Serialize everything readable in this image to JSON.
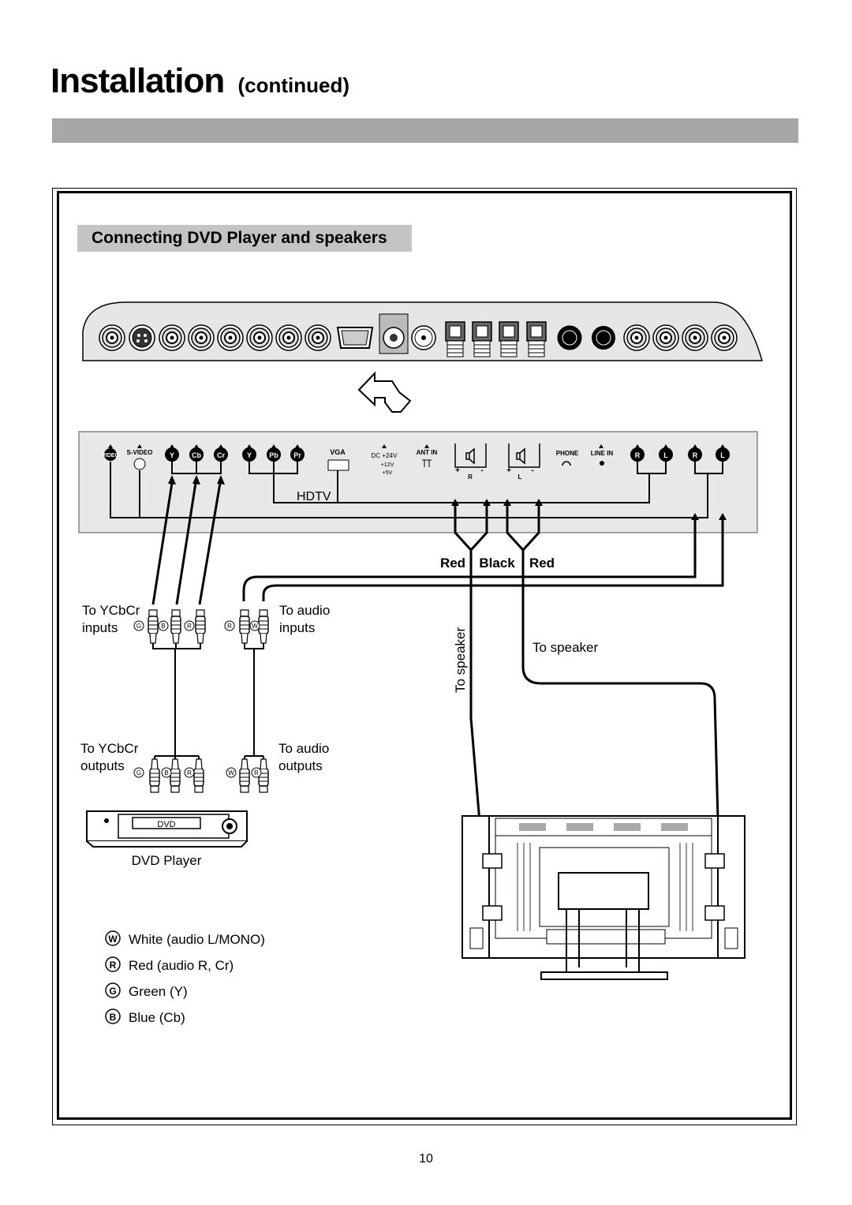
{
  "page": {
    "title": "Installation",
    "title_suffix": "(continued)",
    "page_number": "10"
  },
  "section_heading": "Connecting DVD Player and speakers",
  "panel_labels": {
    "video": "VIDEO",
    "svideo": "S-VIDEO",
    "y1": "Y",
    "cb": "Cb",
    "cr": "Cr",
    "y2": "Y",
    "pb": "Pb",
    "pr": "Pr",
    "vga": "VGA",
    "dc": "DC +24V",
    "v12": "+12V",
    "v5": "+5V",
    "ant": "ANT IN",
    "plus_r": "+",
    "minus_r": "-",
    "r": "R",
    "plus_l": "+",
    "minus_l": "-",
    "l": "L",
    "phone": "PHONE",
    "linein": "LINE IN",
    "audio_r1": "R",
    "audio_l1": "L",
    "audio_r2": "R",
    "audio_l2": "L",
    "hdtv": "HDTV"
  },
  "wire_labels": {
    "red1": "Red",
    "black": "Black",
    "red2": "Red",
    "to_speaker_vertical": "To speaker",
    "to_speaker": "To speaker"
  },
  "cable_labels": {
    "ycbcr_inputs_1": "To YCbCr",
    "ycbcr_inputs_2": "inputs",
    "audio_inputs_1": "To audio",
    "audio_inputs_2": "inputs",
    "ycbcr_outputs_1": "To YCbCr",
    "ycbcr_outputs_2": "outputs",
    "audio_outputs_1": "To audio",
    "audio_outputs_2": "outputs",
    "plug_g": "G",
    "plug_b": "B",
    "plug_r": "R",
    "plug_w": "W"
  },
  "dvd": {
    "display_text": "DVD",
    "caption": "DVD Player"
  },
  "legend": [
    {
      "key": "W",
      "text": "White (audio L/MONO)"
    },
    {
      "key": "R",
      "text": "Red (audio R, Cr)"
    },
    {
      "key": "G",
      "text": "Green (Y)"
    },
    {
      "key": "B",
      "text": "Blue (Cb)"
    }
  ]
}
